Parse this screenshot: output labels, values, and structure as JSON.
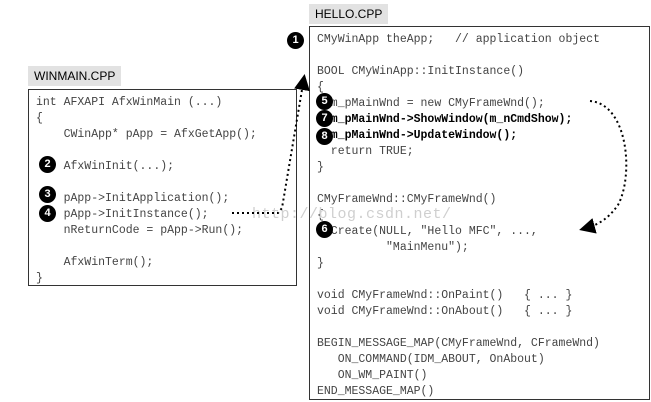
{
  "files": {
    "winmain": {
      "title": "WINMAIN.CPP"
    },
    "hello": {
      "title": "HELLO.CPP"
    }
  },
  "winmain_lines": [
    "int AFXAPI AfxWinMain (...)",
    "{",
    "    CWinApp* pApp = AfxGetApp();",
    "",
    "    AfxWinInit(...);",
    "",
    "    pApp->InitApplication();",
    "    pApp->InitInstance();",
    "    nReturnCode = pApp->Run();",
    "",
    "    AfxWinTerm();",
    "}"
  ],
  "hello_lines": [
    "CMyWinApp theApp;   // application object",
    "",
    "BOOL CMyWinApp::InitInstance()",
    "{",
    "  m_pMainWnd = new CMyFrameWnd();",
    "  m_pMainWnd->ShowWindow(m_nCmdShow);",
    "  m_pMainWnd->UpdateWindow();",
    "  return TRUE;",
    "}",
    "",
    "CMyFrameWnd::CMyFrameWnd()",
    "{",
    "  Create(NULL, \"Hello MFC\", ...,",
    "          \"MainMenu\");",
    "}",
    "",
    "void CMyFrameWnd::OnPaint()   { ... }",
    "void CMyFrameWnd::OnAbout()   { ... }",
    "",
    "BEGIN_MESSAGE_MAP(CMyFrameWnd, CFrameWnd)",
    "   ON_COMMAND(IDM_ABOUT, OnAbout)",
    "   ON_WM_PAINT()",
    "END_MESSAGE_MAP()"
  ],
  "badges": [
    "1",
    "2",
    "3",
    "4",
    "5",
    "6",
    "7",
    "8"
  ],
  "watermark": "http://blog.csdn.net/"
}
